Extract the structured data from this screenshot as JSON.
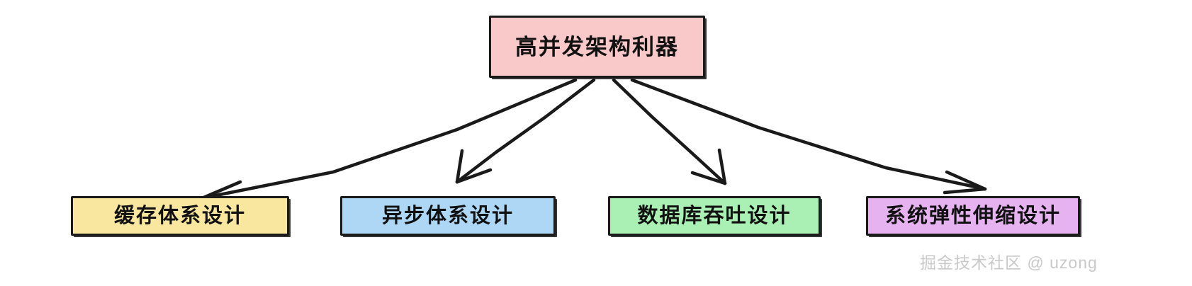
{
  "diagram": {
    "type": "tree-flowchart",
    "style": "hand-drawn",
    "background_color": "#ffffff",
    "stroke_color": "#1a1a1a",
    "root": {
      "label": "高并发架构利器",
      "fill_color": "#f9c9ca",
      "name": "root-node"
    },
    "children": [
      {
        "label": "缓存体系设计",
        "fill_color": "#f9e79f",
        "name": "cache-node"
      },
      {
        "label": "异步体系设计",
        "fill_color": "#aed6f5",
        "name": "async-node"
      },
      {
        "label": "数据库吞吐设计",
        "fill_color": "#aaf0b4",
        "name": "database-node"
      },
      {
        "label": "系统弹性伸缩设计",
        "fill_color": "#e6b3f0",
        "name": "elastic-node"
      }
    ],
    "edges": [
      {
        "from": "高并发架构利器",
        "to": "缓存体系设计"
      },
      {
        "from": "高并发架构利器",
        "to": "异步体系设计"
      },
      {
        "from": "高并发架构利器",
        "to": "数据库吞吐设计"
      },
      {
        "from": "高并发架构利器",
        "to": "系统弹性伸缩设计"
      }
    ]
  },
  "watermark": {
    "text": "掘金技术社区 @ uzong",
    "color": "#c9c9c9"
  }
}
